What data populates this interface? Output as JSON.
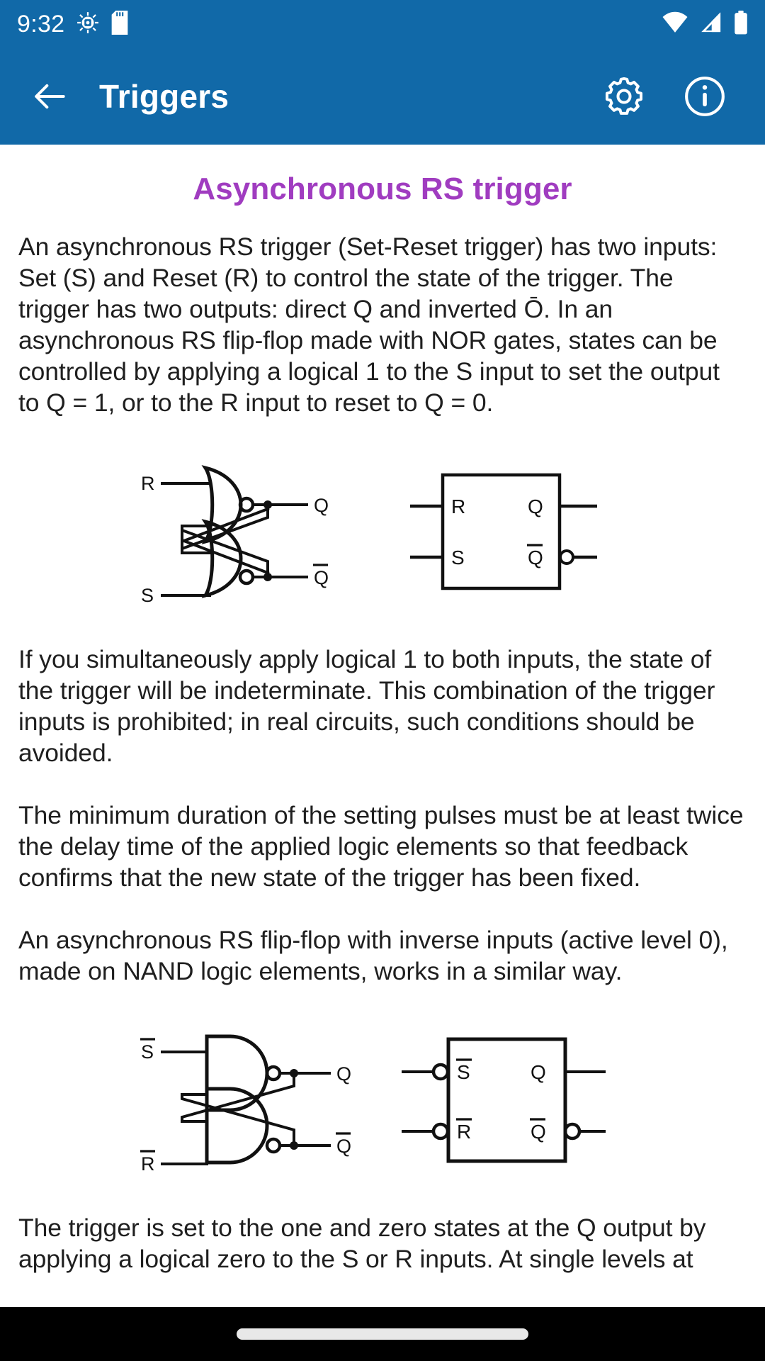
{
  "statusbar": {
    "clock": "9:32",
    "icons": [
      "android-debug-icon",
      "sd-card-icon",
      "wifi-icon",
      "signal-icon",
      "battery-icon"
    ]
  },
  "appbar": {
    "back_label": "back-arrow",
    "title": "Triggers",
    "settings_label": "gear-icon",
    "info_label": "info-icon",
    "background_color": "#1169A8"
  },
  "article": {
    "title": "Asynchronous RS trigger",
    "title_color": "#A03CC0",
    "paragraphs": [
      "An asynchronous RS trigger (Set-Reset trigger) has two inputs: Set (S) and Reset (R) to control the state of the trigger. The trigger has two outputs: direct Q and inverted Ō. In an asynchronous RS flip-flop made with NOR gates, states can be controlled by applying a logical 1 to the S input to set the output to Q = 1, or to the R input to reset to Q = 0.",
      "If you simultaneously apply logical 1 to both inputs, the state of the trigger will be indeterminate. This combination of the trigger inputs is prohibited; in real circuits, such conditions should be avoided.",
      "The minimum duration of the setting pulses must be at least twice the delay time of the applied logic elements so that feedback confirms that the new state of the trigger has been fixed.",
      "An asynchronous RS flip-flop with inverse inputs (active level 0), made on NAND logic elements, works in a similar way.",
      "The trigger is set to the one and zero states at the Q output by applying a logical zero to the S or R inputs. At single levels at"
    ],
    "figures": [
      {
        "name": "nor-rs-flip-flop-diagram",
        "gate_type": "NOR",
        "labels": {
          "gate_input_top": "R",
          "gate_input_bottom": "S",
          "gate_output_top": "Q",
          "gate_output_bottom": "Q̄",
          "block_in_top": "R",
          "block_in_bottom": "S",
          "block_out_top": "Q",
          "block_out_bottom": "Q̄"
        }
      },
      {
        "name": "nand-rs-flip-flop-diagram",
        "gate_type": "NAND",
        "labels": {
          "gate_input_top": "S̄",
          "gate_input_bottom": "R̄",
          "gate_output_top": "Q",
          "gate_output_bottom": "Q̄",
          "block_in_top": "S̄",
          "block_in_bottom": "R̄",
          "block_out_top": "Q",
          "block_out_bottom": "Q̄"
        }
      }
    ]
  },
  "navbar": {
    "handle_label": "home-gesture-handle"
  }
}
